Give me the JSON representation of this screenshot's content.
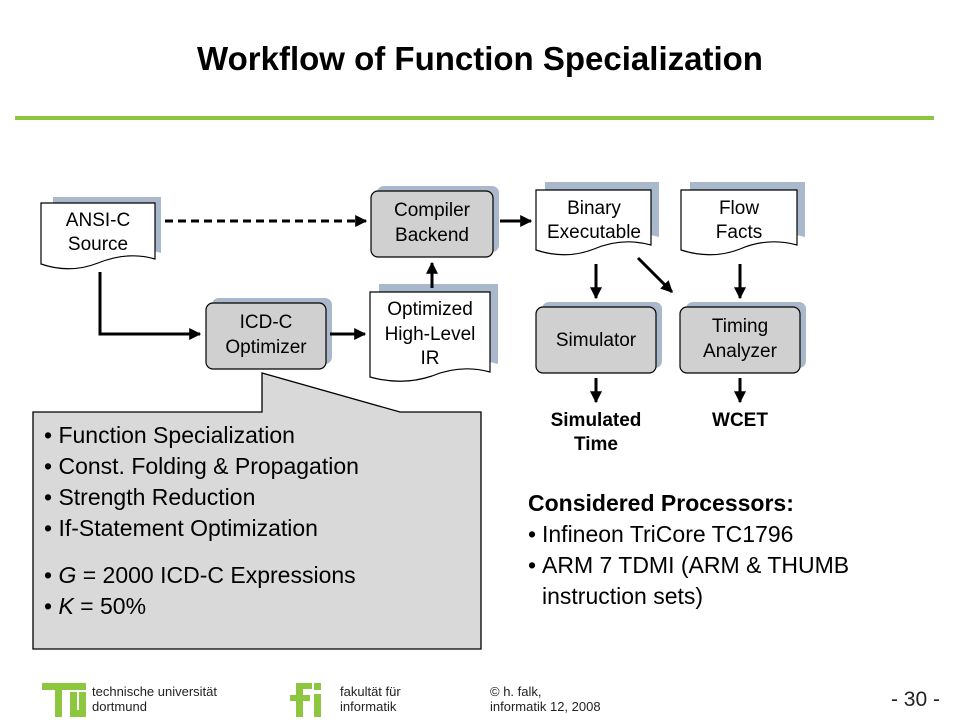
{
  "slide": {
    "title": "Workflow of Function Specialization"
  },
  "diagram": {
    "ansi_c": [
      "ANSI-C",
      "Source"
    ],
    "compiler": [
      "Compiler",
      "Backend"
    ],
    "binary": [
      "Binary",
      "Executable"
    ],
    "flow": [
      "Flow",
      "Facts"
    ],
    "icdc": [
      "ICD-C",
      "Optimizer"
    ],
    "ir": [
      "Optimized",
      "High-Level",
      "IR"
    ],
    "simulator": "Simulator",
    "timing": [
      "Timing",
      "Analyzer"
    ],
    "sim_time": [
      "Simulated",
      "Time"
    ],
    "wcet": "WCET"
  },
  "callout": {
    "items": [
      "Function Specialization",
      "Const. Folding & Propagation",
      "Strength Reduction",
      "If-Statement Optimization"
    ],
    "param_g": {
      "var": "G",
      "rest": " = 2000 ICD-C Expressions"
    },
    "param_k": {
      "var": "K",
      "rest": " = 50%"
    }
  },
  "processors": {
    "heading": "Considered Processors:",
    "items": [
      "Infineon TriCore TC1796",
      "ARM 7 TDMI (ARM & THUMB instruction sets)"
    ]
  },
  "footer": {
    "uni": [
      "technische universität",
      "dortmund"
    ],
    "faculty": [
      "fakultät für",
      "informatik"
    ],
    "author": [
      "© h. falk,",
      "informatik 12,  2008"
    ],
    "page": "- 30 -"
  },
  "colors": {
    "accent": "#8dc63f",
    "box_fill": "#d0d0d0",
    "shadow": "#aab8cc",
    "callout_fill": "#d9d9d9"
  }
}
